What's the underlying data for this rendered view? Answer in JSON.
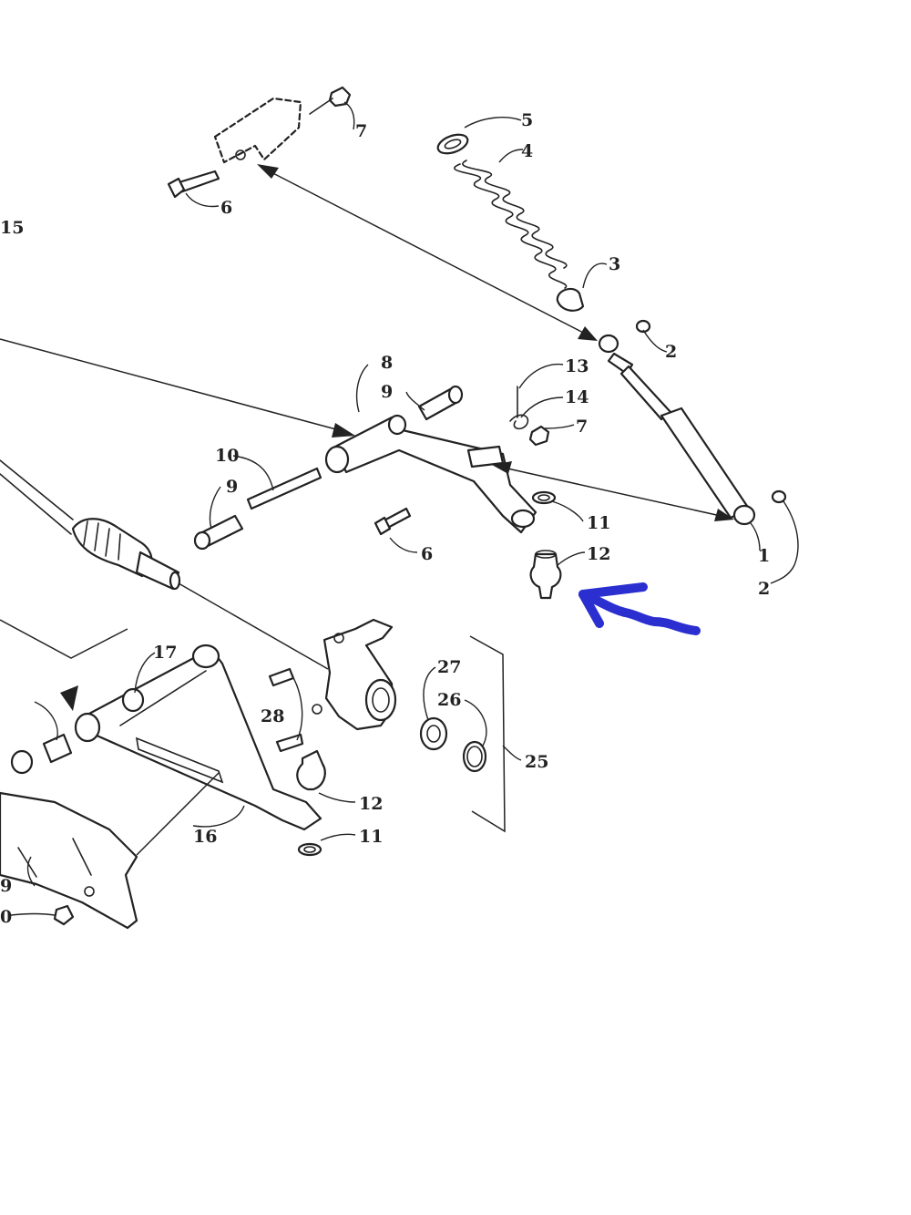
{
  "callouts": {
    "c1": "1",
    "c2a": "2",
    "c2b": "2",
    "c3": "3",
    "c4": "4",
    "c5": "5",
    "c6a": "6",
    "c6b": "6",
    "c7a": "7",
    "c7b": "7",
    "c8": "8",
    "c9a": "9",
    "c9b": "9",
    "c10": "10",
    "c11a": "11",
    "c11b": "11",
    "c12a": "12",
    "c12b": "12",
    "c13": "13",
    "c14": "14",
    "c15": "15",
    "c16": "16",
    "c17": "17",
    "c25": "25",
    "c26": "26",
    "c27": "27",
    "c28": "28",
    "c9c": "9",
    "c0": "0"
  },
  "annotation": {
    "color": "#2b2fd0",
    "icon": "hand-drawn-arrow-icon"
  },
  "colors": {
    "line": "#222222",
    "background": "#ffffff"
  }
}
